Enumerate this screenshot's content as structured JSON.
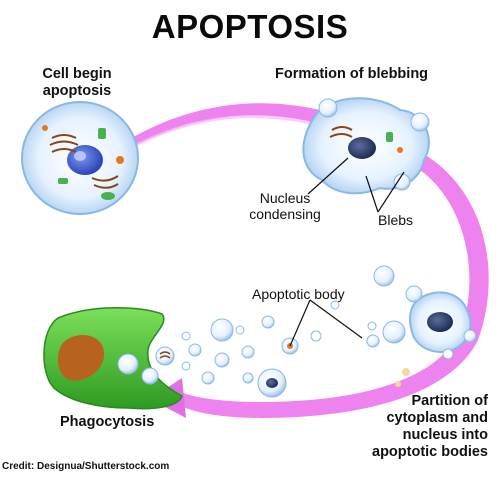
{
  "title": "APOPTOSIS",
  "stages": {
    "cell_begin": [
      "Cell begin",
      "apoptosis"
    ],
    "blebbing": "Formation of blebbing",
    "nucleus_condensing": [
      "Nucleus",
      "condensing"
    ],
    "blebs": "Blebs",
    "apoptotic_body": "Apoptotic body",
    "partition": [
      "Partition of",
      "cytoplasm and",
      "nucleus into",
      "apoptotic bodies"
    ],
    "phagocytosis": "Phagocytosis"
  },
  "credit": "Credit: Designua/Shutterstock.com",
  "colors": {
    "arrow": "#ee82ee",
    "cell_fill": "#dceeff",
    "nucleus": "#3f5fd6",
    "organelle": "#8b4513",
    "phagocyte": "#49c435",
    "phagocyte_nucleus": "#b8621f"
  }
}
